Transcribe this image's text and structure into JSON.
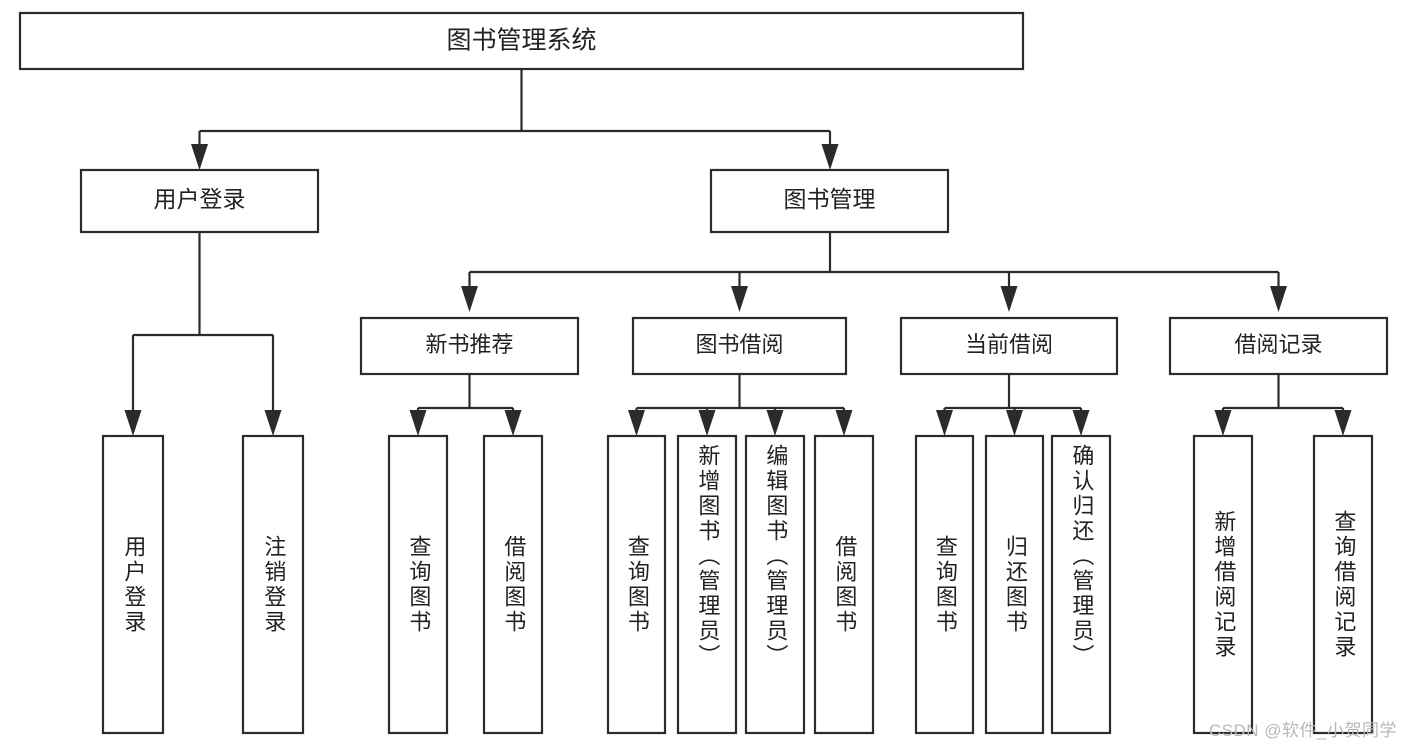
{
  "diagram": {
    "title": "图书管理系统",
    "watermark": "CSDN @软件_小贺同学",
    "type": "hierarchy-tree",
    "root": {
      "label": "图书管理系统",
      "children": [
        {
          "label": "用户登录",
          "children": [
            {
              "label": "用户登录"
            },
            {
              "label": "注销登录"
            }
          ]
        },
        {
          "label": "图书管理",
          "children": [
            {
              "label": "新书推荐",
              "children": [
                {
                  "label": "查询图书"
                },
                {
                  "label": "借阅图书"
                }
              ]
            },
            {
              "label": "图书借阅",
              "children": [
                {
                  "label": "查询图书"
                },
                {
                  "label": "新增图书（管理员）"
                },
                {
                  "label": "编辑图书（管理员）"
                },
                {
                  "label": "借阅图书"
                }
              ]
            },
            {
              "label": "当前借阅",
              "children": [
                {
                  "label": "查询图书"
                },
                {
                  "label": "归还图书"
                },
                {
                  "label": "确认归还（管理员）"
                }
              ]
            },
            {
              "label": "借阅记录",
              "children": [
                {
                  "label": "新增借阅记录"
                },
                {
                  "label": "查询借阅记录"
                }
              ]
            }
          ]
        }
      ]
    },
    "nodes": {
      "root": "图书管理系统",
      "l1_user_login": "用户登录",
      "l1_book_mgmt": "图书管理",
      "l2_new_book": "新书推荐",
      "l2_borrow": "图书借阅",
      "l2_current": "当前借阅",
      "l2_record": "借阅记录",
      "leaf_user_login": "用户登录",
      "leaf_logout": "注销登录",
      "leaf_nb_query": "查询图书",
      "leaf_nb_borrow": "借阅图书",
      "leaf_bw_query": "查询图书",
      "leaf_bw_add": "新增图书（管理员）",
      "leaf_bw_edit": "编辑图书（管理员）",
      "leaf_bw_borrow": "借阅图书",
      "leaf_cb_query": "查询图书",
      "leaf_cb_return": "归还图书",
      "leaf_cb_confirm": "确认归还（管理员）",
      "leaf_rc_add": "新增借阅记录",
      "leaf_rc_query": "查询借阅记录"
    },
    "colors": {
      "stroke": "#2b2b2b",
      "fill": "#ffffff",
      "text": "#222222",
      "watermark": "#b8b8b8"
    }
  }
}
